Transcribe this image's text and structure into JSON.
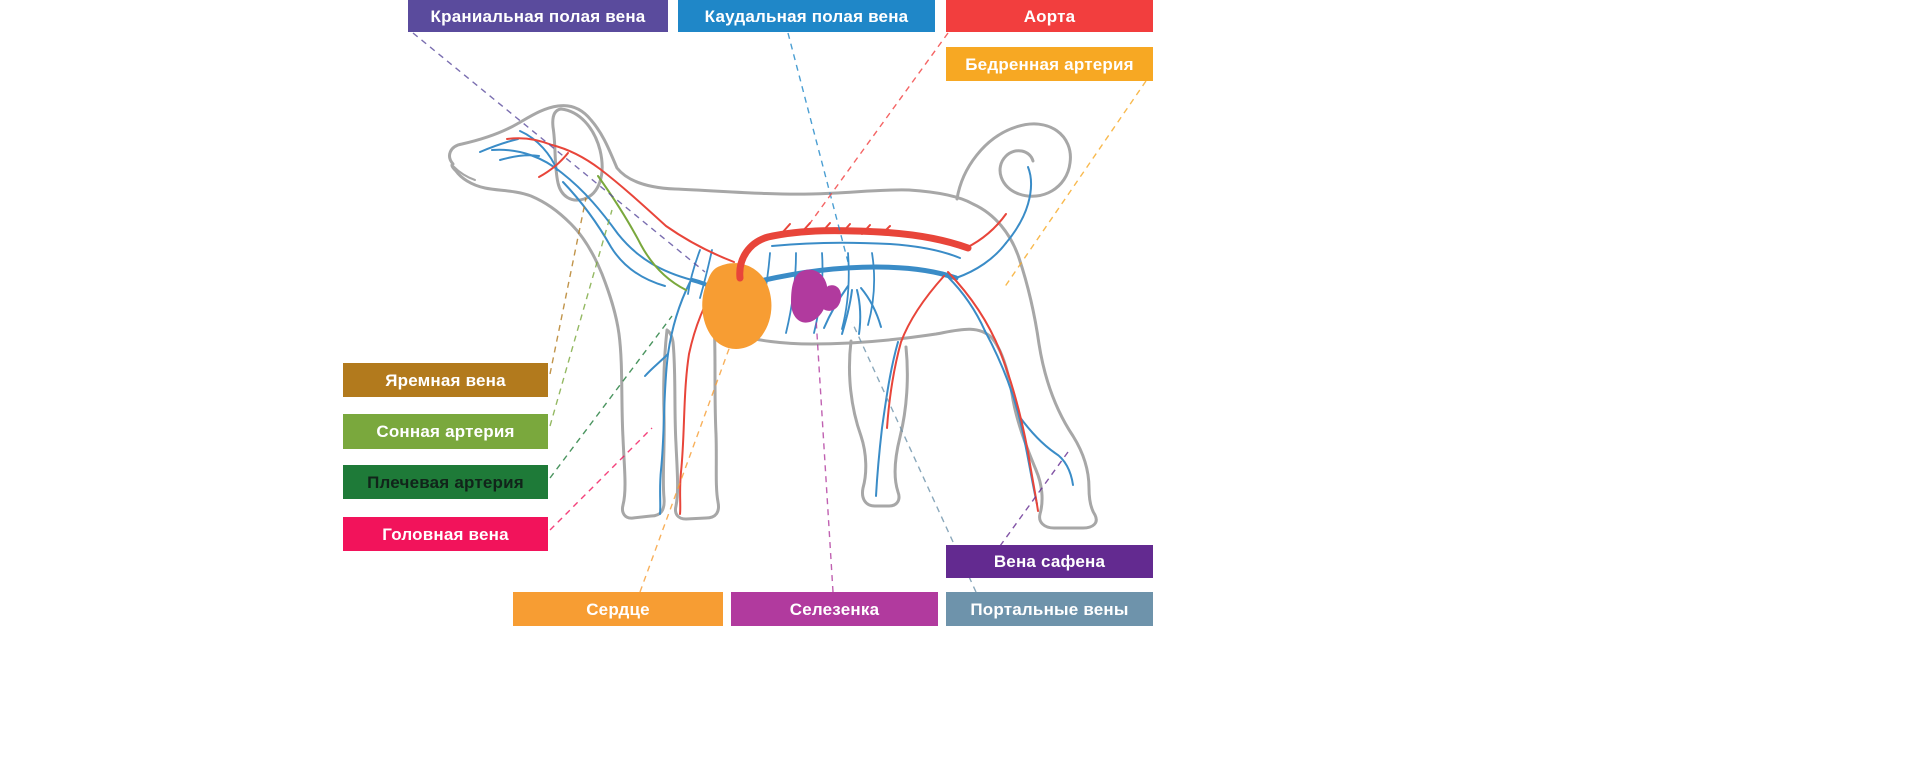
{
  "labels": {
    "cranial_vena_cava": {
      "text": "Краниальная полая вена",
      "bg": "#5a4b9d",
      "fg": "#ffffff"
    },
    "caudal_vena_cava": {
      "text": "Каудальная полая вена",
      "bg": "#1f87c8",
      "fg": "#ffffff"
    },
    "aorta": {
      "text": "Аорта",
      "bg": "#f23e3e",
      "fg": "#ffffff"
    },
    "femoral_artery": {
      "text": "Бедренная артерия",
      "bg": "#f7a823",
      "fg": "#ffffff"
    },
    "jugular_vein": {
      "text": "Яремная вена",
      "bg": "#b27a1d",
      "fg": "#ffffff"
    },
    "carotid_artery": {
      "text": "Сонная артерия",
      "bg": "#7aa83d",
      "fg": "#ffffff"
    },
    "brachial_artery": {
      "text": "Плечевая артерия",
      "bg": "#1e7a38",
      "fg": "#11241a"
    },
    "cephalic_vein": {
      "text": "Головная вена",
      "bg": "#f2135b",
      "fg": "#ffffff"
    },
    "saphenous_vein": {
      "text": "Вена сафена",
      "bg": "#632a90",
      "fg": "#ffffff"
    },
    "portal_veins": {
      "text": "Портальные вены",
      "bg": "#6e93ab",
      "fg": "#ffffff"
    },
    "heart": {
      "text": "Сердце",
      "bg": "#f79d33",
      "fg": "#ffffff"
    },
    "spleen": {
      "text": "Селезенка",
      "bg": "#b13a9e",
      "fg": "#ffffff"
    }
  },
  "artwork": {
    "outline": "#a7a7a7",
    "vein": "#3a8cc7",
    "artery": "#e8453a",
    "carotid_line": "#7aa83d",
    "heart_fill": "#f79d33",
    "spleen_fill": "#b13a9e"
  }
}
